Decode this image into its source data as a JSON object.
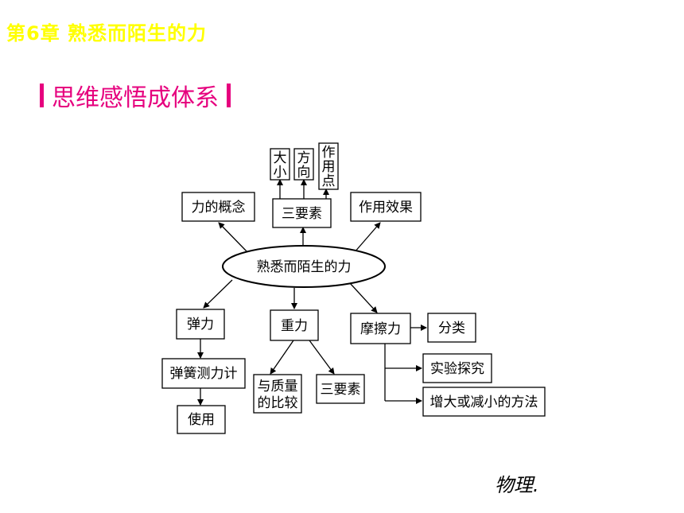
{
  "header": {
    "chapter_title": "第6章  熟悉而陌生的力",
    "section_title": "思维感悟成体系"
  },
  "diagram": {
    "center": "熟悉而陌生的力",
    "concept": "力的概念",
    "three_elements": "三要素",
    "element_size": [
      "大",
      "小"
    ],
    "element_direction": [
      "方",
      "向"
    ],
    "element_point": [
      "作",
      "用",
      "点"
    ],
    "effect": "作用效果",
    "elastic": "弹力",
    "spring_scale": "弹簧测力计",
    "use": "使用",
    "gravity": "重力",
    "mass_compare": [
      "与质量",
      "的比较"
    ],
    "gravity_elements": "三要素",
    "friction": "摩擦力",
    "classify": "分类",
    "experiment": "实验探究",
    "increase_decrease": "增大或减小的方法"
  },
  "footer": {
    "brand": "物理."
  },
  "colors": {
    "chapter": "#ffff00",
    "accent": "#e6007e"
  }
}
